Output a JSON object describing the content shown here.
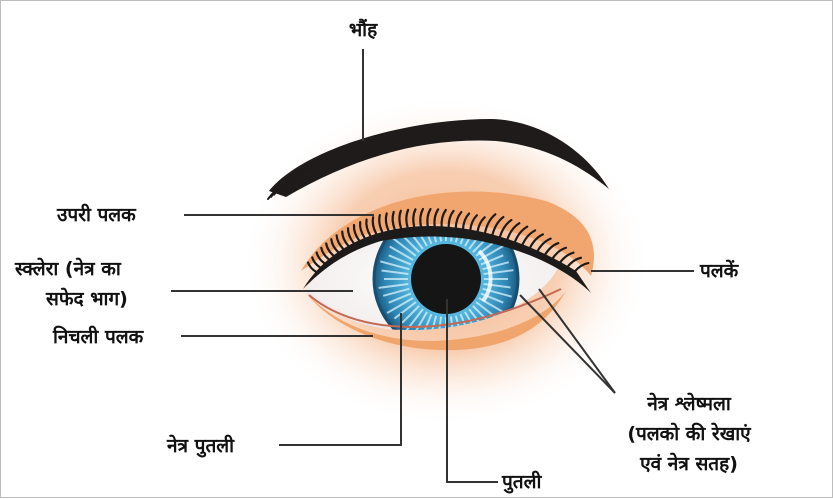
{
  "labels": {
    "eyebrow": "भौंह",
    "upper_eyelid": "उपरी पलक",
    "sclera_line1": "स्क्लेरा (नेत्र का",
    "sclera_line2": "सफेद भाग)",
    "lower_eyelid": "निचली पलक",
    "iris": "नेत्र पुतली",
    "pupil": "पुतली",
    "eyelashes": "पलकें",
    "conjunctiva_line1": "नेत्र श्लेष्मला",
    "conjunctiva_line2": "(पलको की रेखाएं",
    "conjunctiva_line3": "एवं नेत्र सतह)"
  },
  "colors": {
    "skin_glow": "#f7c7a6",
    "eyelid": "#f0a56c",
    "iris": "#4fb6e0",
    "iris_dark": "#1f6f97",
    "pupil": "#151515",
    "lashes": "#1d1a1a",
    "leader": "#333333"
  }
}
